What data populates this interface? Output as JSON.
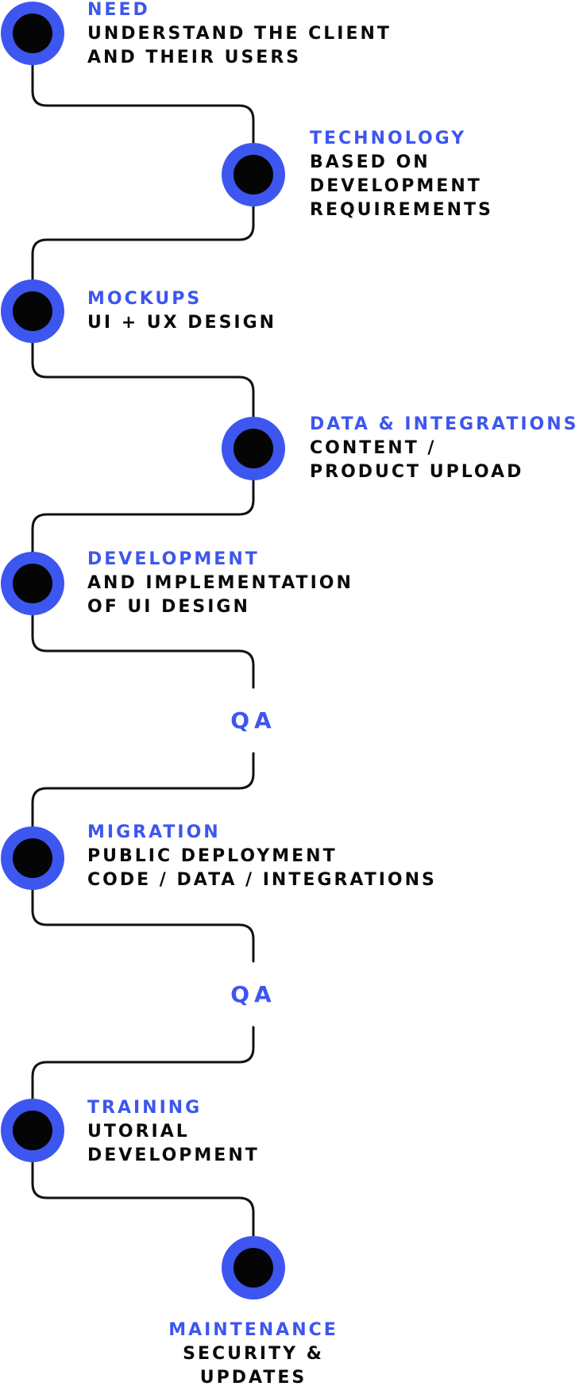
{
  "colors": {
    "accent": "#3d56ef",
    "node_core": "#050505",
    "connector": "#111111",
    "text": "#0a0a0a"
  },
  "steps": [
    {
      "title": "NEED",
      "lines": [
        "UNDERSTAND THE CLIENT",
        "AND THEIR USERS"
      ]
    },
    {
      "title": "TECHNOLOGY",
      "lines": [
        "BASED ON",
        "DEVELOPMENT",
        "REQUIREMENTS"
      ]
    },
    {
      "title": "MOCKUPS",
      "lines": [
        "UI + UX DESIGN"
      ]
    },
    {
      "title": "DATA & INTEGRATIONS",
      "lines": [
        "CONTENT /",
        "PRODUCT UPLOAD"
      ]
    },
    {
      "title": "DEVELOPMENT",
      "lines": [
        "AND IMPLEMENTATION",
        "OF UI DESIGN"
      ]
    },
    {
      "qa": "QA"
    },
    {
      "title": "MIGRATION",
      "lines": [
        "PUBLIC DEPLOYMENT",
        "CODE / DATA / INTEGRATIONS"
      ]
    },
    {
      "qa": "QA"
    },
    {
      "title": "TRAINING",
      "lines": [
        "UTORIAL",
        "DEVELOPMENT"
      ]
    },
    {
      "title": "MAINTENANCE",
      "lines": [
        "SECURITY &",
        "UPDATES"
      ]
    }
  ]
}
